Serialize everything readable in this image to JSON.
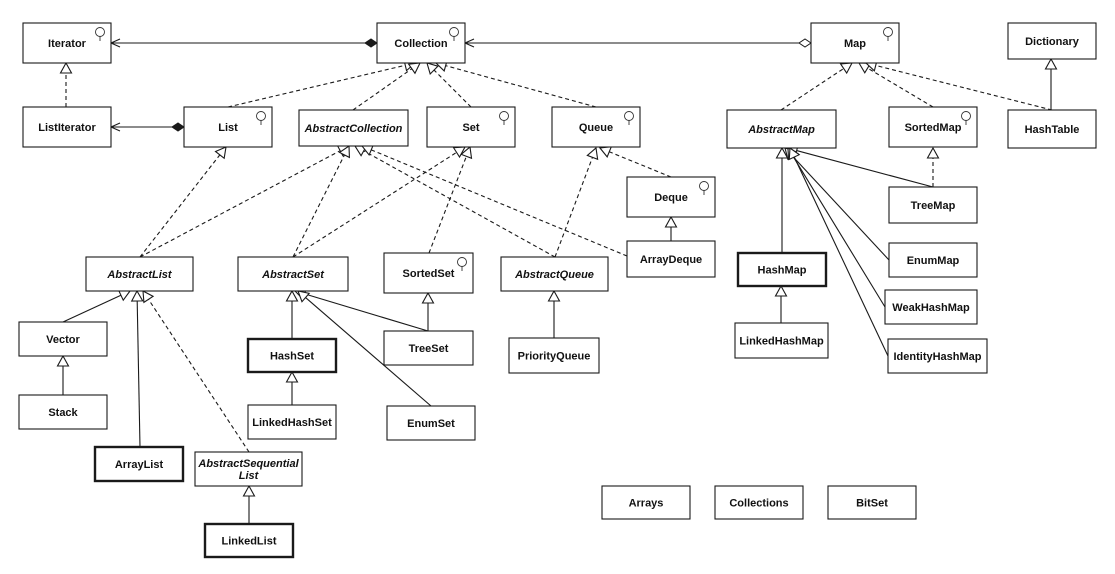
{
  "nodes": {
    "Iterator": {
      "label": [
        "Iterator"
      ],
      "italic": false,
      "bold": false,
      "interface": true
    },
    "Collection": {
      "label": [
        "Collection"
      ],
      "italic": false,
      "bold": false,
      "interface": true
    },
    "Map": {
      "label": [
        "Map"
      ],
      "italic": false,
      "bold": false,
      "interface": true
    },
    "Dictionary": {
      "label": [
        "Dictionary"
      ],
      "italic": false,
      "bold": false,
      "interface": false
    },
    "ListIterator": {
      "label": [
        "ListIterator"
      ],
      "italic": false,
      "bold": false,
      "interface": false
    },
    "List": {
      "label": [
        "List"
      ],
      "italic": false,
      "bold": false,
      "interface": true
    },
    "AbstractCollection": {
      "label": [
        "AbstractCollection"
      ],
      "italic": true,
      "bold": false,
      "interface": false
    },
    "Set": {
      "label": [
        "Set"
      ],
      "italic": false,
      "bold": false,
      "interface": true
    },
    "Queue": {
      "label": [
        "Queue"
      ],
      "italic": false,
      "bold": false,
      "interface": true
    },
    "AbstractMap": {
      "label": [
        "AbstractMap"
      ],
      "italic": true,
      "bold": false,
      "interface": false
    },
    "SortedMap": {
      "label": [
        "SortedMap"
      ],
      "italic": false,
      "bold": false,
      "interface": true
    },
    "HashTable": {
      "label": [
        "HashTable"
      ],
      "italic": false,
      "bold": false,
      "interface": false
    },
    "Deque": {
      "label": [
        "Deque"
      ],
      "italic": false,
      "bold": false,
      "interface": true
    },
    "TreeMap": {
      "label": [
        "TreeMap"
      ],
      "italic": false,
      "bold": false,
      "interface": false
    },
    "AbstractList": {
      "label": [
        "AbstractList"
      ],
      "italic": true,
      "bold": false,
      "interface": false
    },
    "AbstractSet": {
      "label": [
        "AbstractSet"
      ],
      "italic": true,
      "bold": false,
      "interface": false
    },
    "SortedSet": {
      "label": [
        "SortedSet"
      ],
      "italic": false,
      "bold": false,
      "interface": true
    },
    "AbstractQueue": {
      "label": [
        "AbstractQueue"
      ],
      "italic": true,
      "bold": false,
      "interface": false
    },
    "ArrayDeque": {
      "label": [
        "ArrayDeque"
      ],
      "italic": false,
      "bold": false,
      "interface": false
    },
    "HashMap": {
      "label": [
        "HashMap"
      ],
      "italic": false,
      "bold": true,
      "interface": false
    },
    "EnumMap": {
      "label": [
        "EnumMap"
      ],
      "italic": false,
      "bold": false,
      "interface": false
    },
    "Vector": {
      "label": [
        "Vector"
      ],
      "italic": false,
      "bold": false,
      "interface": false
    },
    "WeakHashMap": {
      "label": [
        "WeakHashMap"
      ],
      "italic": false,
      "bold": false,
      "interface": false
    },
    "HashSet": {
      "label": [
        "HashSet"
      ],
      "italic": false,
      "bold": true,
      "interface": false
    },
    "TreeSet": {
      "label": [
        "TreeSet"
      ],
      "italic": false,
      "bold": false,
      "interface": false
    },
    "PriorityQueue": {
      "label": [
        "PriorityQueue"
      ],
      "italic": false,
      "bold": false,
      "interface": false
    },
    "LinkedHashMap": {
      "label": [
        "LinkedHashMap"
      ],
      "italic": false,
      "bold": false,
      "interface": false
    },
    "IdentityHashMap": {
      "label": [
        "IdentityHashMap"
      ],
      "italic": false,
      "bold": false,
      "interface": false
    },
    "Stack": {
      "label": [
        "Stack"
      ],
      "italic": false,
      "bold": false,
      "interface": false
    },
    "LinkedHashSet": {
      "label": [
        "LinkedHashSet"
      ],
      "italic": false,
      "bold": false,
      "interface": false
    },
    "EnumSet": {
      "label": [
        "EnumSet"
      ],
      "italic": false,
      "bold": false,
      "interface": false
    },
    "ArrayList": {
      "label": [
        "ArrayList"
      ],
      "italic": false,
      "bold": true,
      "interface": false
    },
    "AbstractSequentialList": {
      "label": [
        "AbstractSequential",
        "List"
      ],
      "italic": true,
      "bold": false,
      "interface": false
    },
    "Arrays": {
      "label": [
        "Arrays"
      ],
      "italic": false,
      "bold": false,
      "interface": false
    },
    "Collections": {
      "label": [
        "Collections"
      ],
      "italic": false,
      "bold": false,
      "interface": false
    },
    "BitSet": {
      "label": [
        "BitSet"
      ],
      "italic": false,
      "bold": false,
      "interface": false
    },
    "LinkedList": {
      "label": [
        "LinkedList"
      ],
      "italic": false,
      "bold": true,
      "interface": false
    }
  },
  "edges": [
    {
      "from": "ListIterator",
      "to": "Iterator",
      "kind": "realization"
    },
    {
      "from": "HashTable",
      "to": "Dictionary",
      "kind": "generalization"
    },
    {
      "from": "List",
      "to": "Collection",
      "kind": "realization"
    },
    {
      "from": "AbstractCollection",
      "to": "Collection",
      "kind": "realization"
    },
    {
      "from": "Set",
      "to": "Collection",
      "kind": "realization"
    },
    {
      "from": "Queue",
      "to": "Collection",
      "kind": "realization"
    },
    {
      "from": "AbstractMap",
      "to": "Map",
      "kind": "realization"
    },
    {
      "from": "SortedMap",
      "to": "Map",
      "kind": "realization"
    },
    {
      "from": "HashTable",
      "to": "Map",
      "kind": "realization"
    },
    {
      "from": "Deque",
      "to": "Queue",
      "kind": "realization"
    },
    {
      "from": "TreeMap",
      "to": "SortedMap",
      "kind": "realization"
    },
    {
      "from": "TreeMap",
      "to": "AbstractMap",
      "kind": "generalization"
    },
    {
      "from": "AbstractList",
      "to": "List",
      "kind": "realization"
    },
    {
      "from": "AbstractList",
      "to": "AbstractCollection",
      "kind": "realization"
    },
    {
      "from": "AbstractSet",
      "to": "AbstractCollection",
      "kind": "realization"
    },
    {
      "from": "AbstractSet",
      "to": "Set",
      "kind": "realization"
    },
    {
      "from": "SortedSet",
      "to": "Set",
      "kind": "realization"
    },
    {
      "from": "AbstractQueue",
      "to": "Queue",
      "kind": "realization"
    },
    {
      "from": "AbstractQueue",
      "to": "AbstractCollection",
      "kind": "realization"
    },
    {
      "from": "ArrayDeque",
      "to": "AbstractCollection",
      "kind": "realization"
    },
    {
      "from": "ArrayDeque",
      "to": "Deque",
      "kind": "generalization"
    },
    {
      "from": "HashMap",
      "to": "AbstractMap",
      "kind": "generalization"
    },
    {
      "from": "EnumMap",
      "to": "AbstractMap",
      "kind": "generalization"
    },
    {
      "from": "WeakHashMap",
      "to": "AbstractMap",
      "kind": "generalization"
    },
    {
      "from": "IdentityHashMap",
      "to": "AbstractMap",
      "kind": "generalization"
    },
    {
      "from": "Vector",
      "to": "AbstractList",
      "kind": "generalization"
    },
    {
      "from": "ArrayList",
      "to": "AbstractList",
      "kind": "generalization"
    },
    {
      "from": "AbstractSequentialList",
      "to": "AbstractList",
      "kind": "realization"
    },
    {
      "from": "HashSet",
      "to": "AbstractSet",
      "kind": "generalization"
    },
    {
      "from": "TreeSet",
      "to": "AbstractSet",
      "kind": "generalization"
    },
    {
      "from": "EnumSet",
      "to": "AbstractSet",
      "kind": "generalization"
    },
    {
      "from": "TreeSet",
      "to": "SortedSet",
      "kind": "generalization"
    },
    {
      "from": "PriorityQueue",
      "to": "AbstractQueue",
      "kind": "generalization"
    },
    {
      "from": "LinkedHashMap",
      "to": "HashMap",
      "kind": "generalization"
    },
    {
      "from": "Stack",
      "to": "Vector",
      "kind": "generalization"
    },
    {
      "from": "LinkedHashSet",
      "to": "HashSet",
      "kind": "generalization"
    },
    {
      "from": "LinkedList",
      "to": "AbstractSequentialList",
      "kind": "generalization"
    },
    {
      "from": "Collection",
      "to": "Iterator",
      "kind": "composition"
    },
    {
      "from": "List",
      "to": "ListIterator",
      "kind": "composition"
    },
    {
      "from": "Map",
      "to": "Collection",
      "kind": "aggregation"
    }
  ]
}
